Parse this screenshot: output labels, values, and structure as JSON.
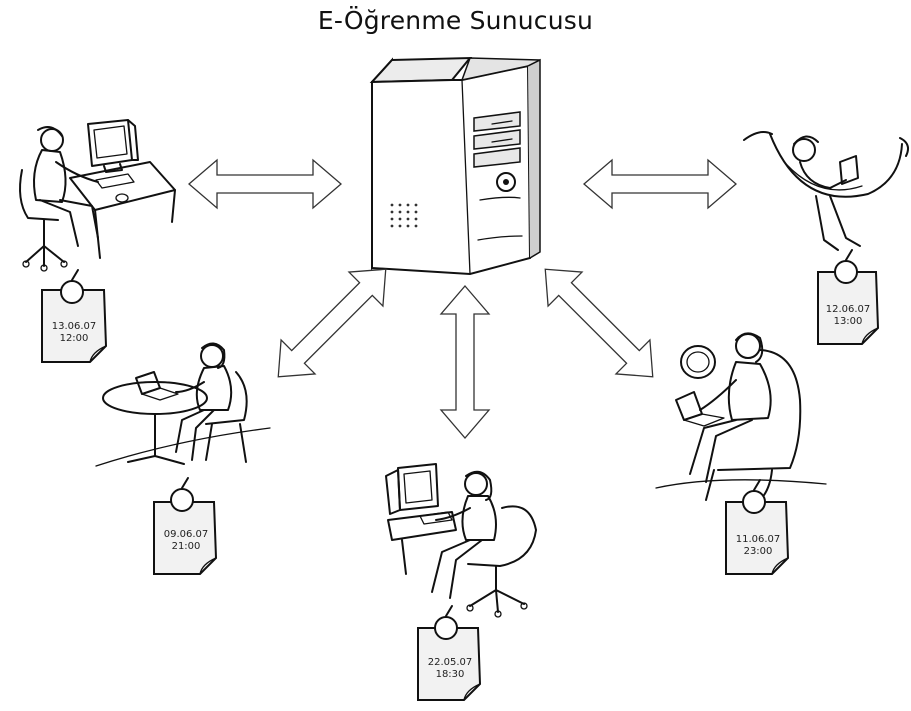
{
  "title": "E-Öğrenme Sunucusu",
  "server": {
    "icon": "server-tower-icon"
  },
  "learners": [
    {
      "id": "top-left",
      "icon": "desktop-worker-icon",
      "date": "13.06.07",
      "time": "12:00"
    },
    {
      "id": "middle-left",
      "icon": "laptop-table-icon",
      "date": "09.06.07",
      "time": "21:00"
    },
    {
      "id": "bottom-center",
      "icon": "desktop-chair-icon",
      "date": "22.05.07",
      "time": "18:30"
    },
    {
      "id": "middle-right",
      "icon": "laptop-armchair-icon",
      "date": "11.06.07",
      "time": "23:00"
    },
    {
      "id": "top-right",
      "icon": "laptop-hammock-icon",
      "date": "12.06.07",
      "time": "13:00"
    }
  ],
  "connection_icon": "double-arrow-icon",
  "note_icon": "pinned-note-icon",
  "colors": {
    "line": "#111111",
    "fill": "#ffffff",
    "note": "#f2f2f2"
  }
}
